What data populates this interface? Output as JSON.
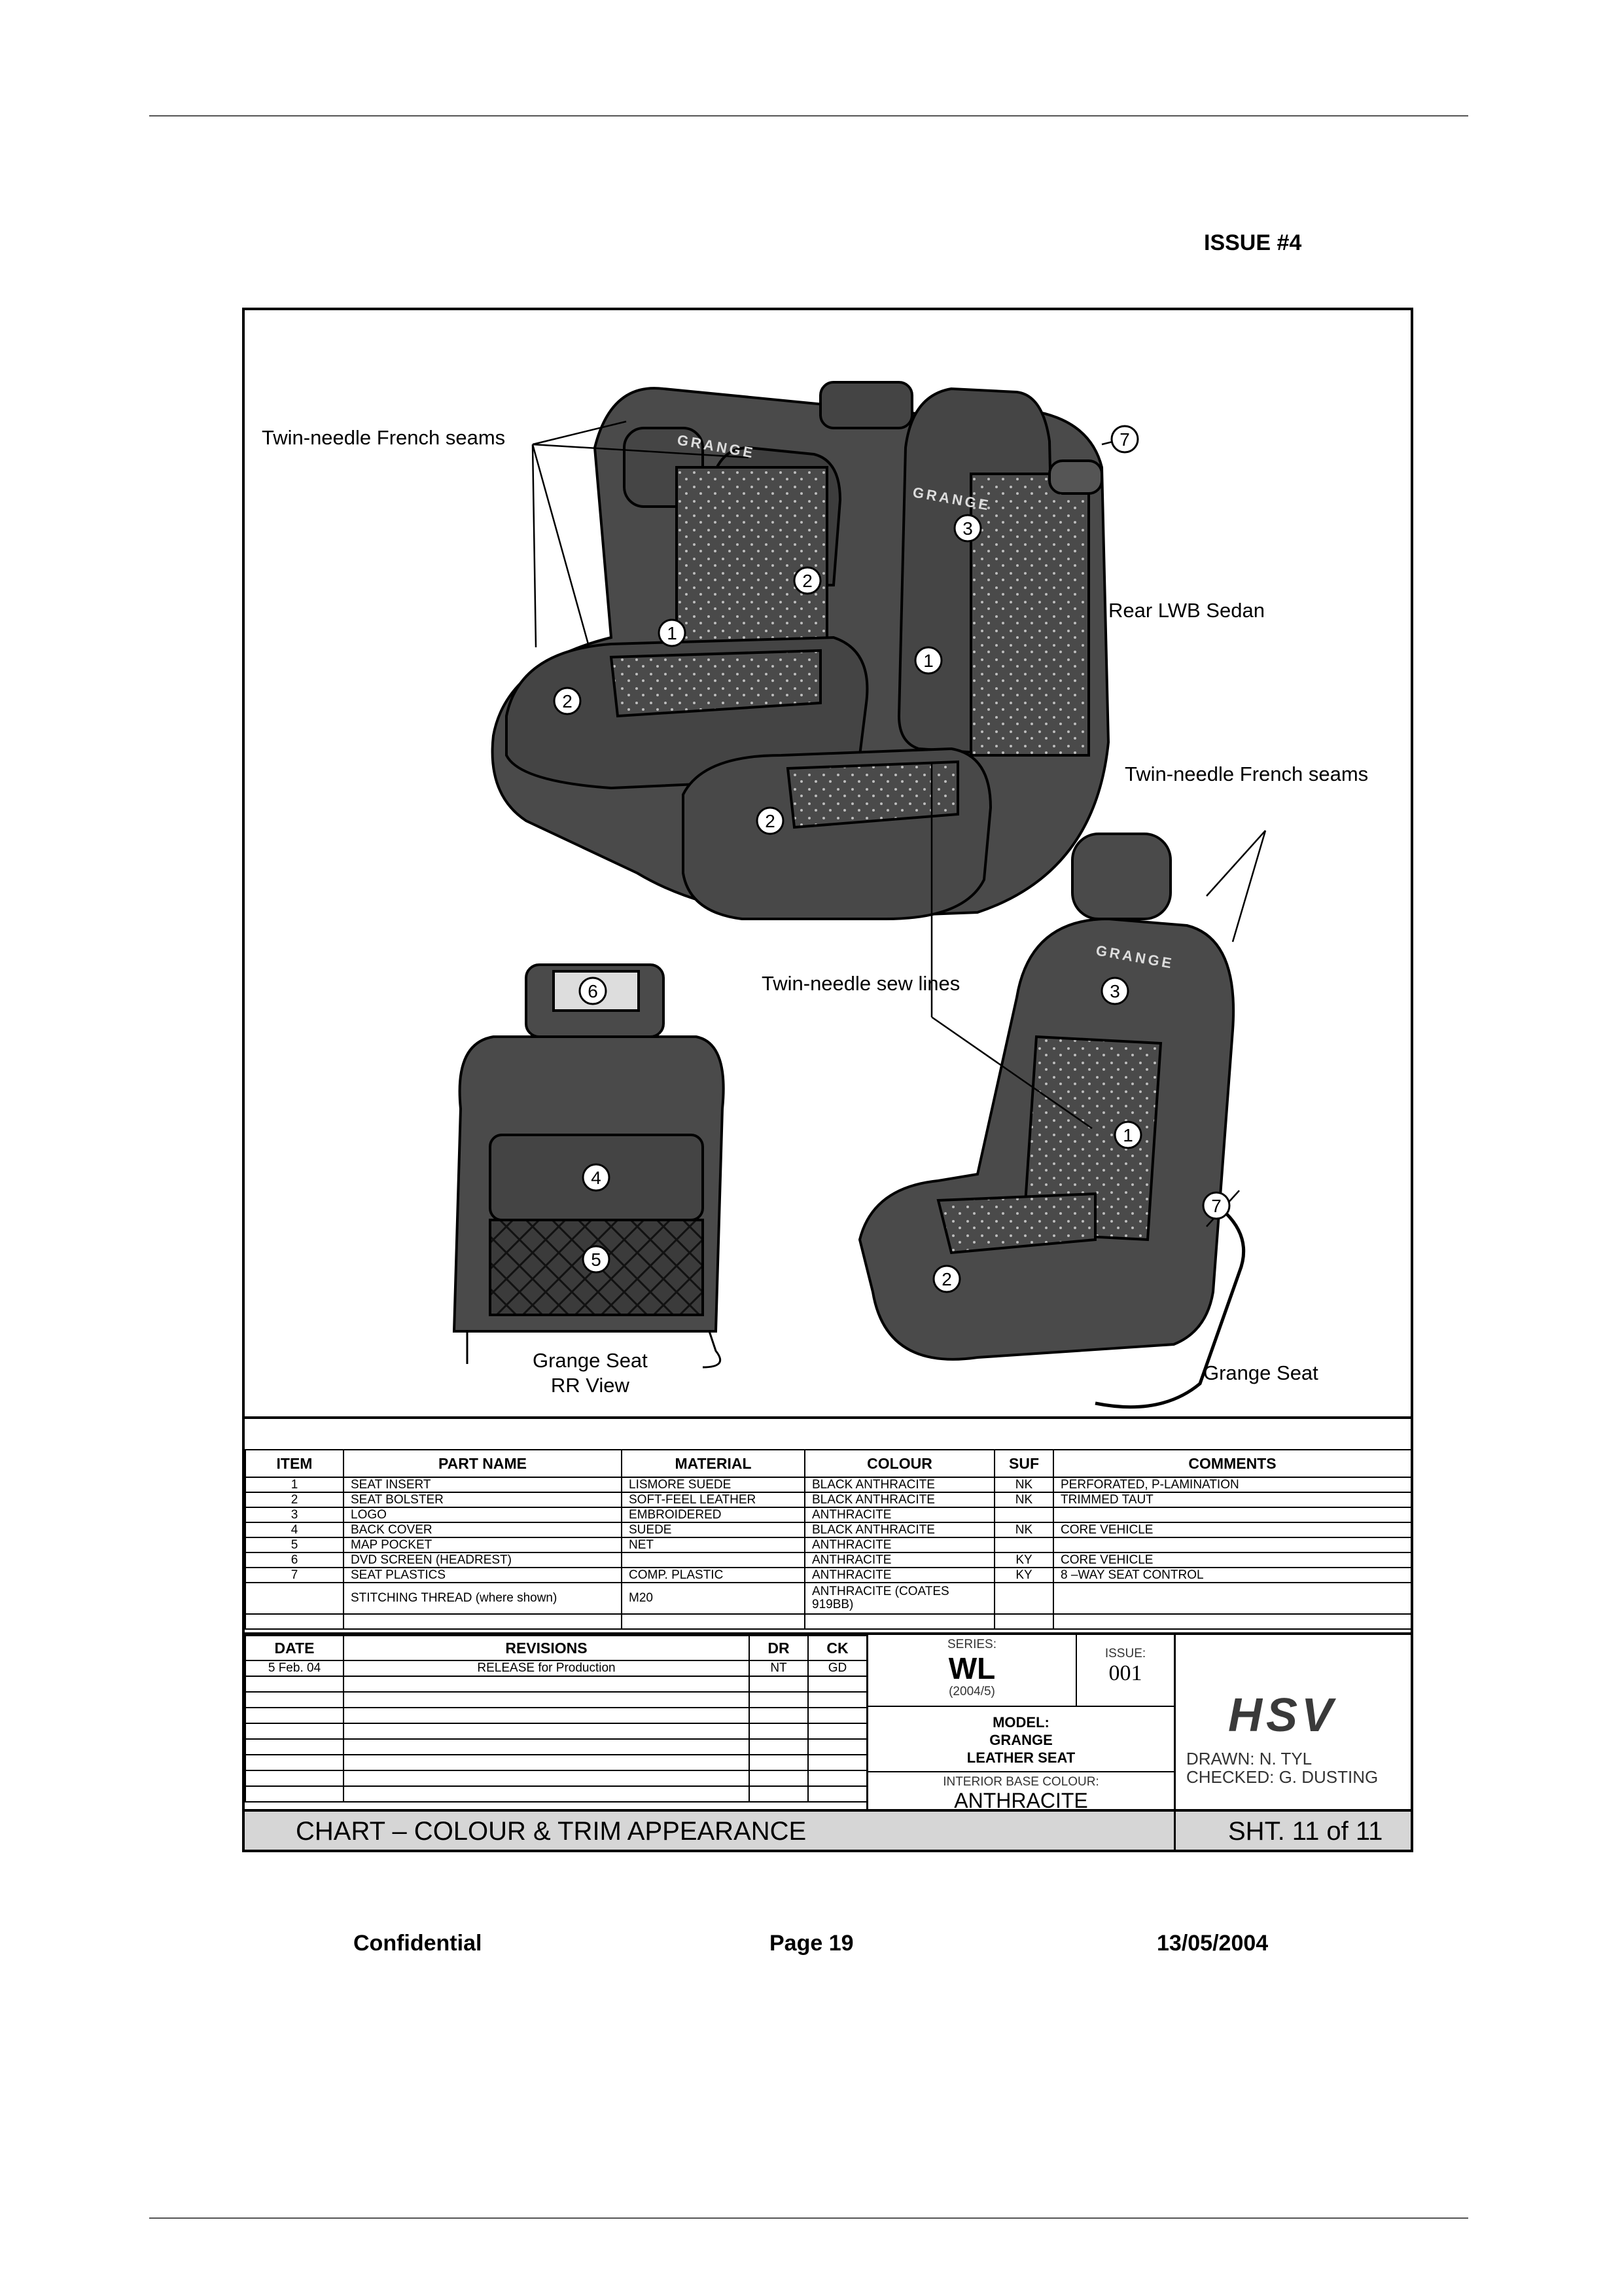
{
  "issue_top": "ISSUE #4",
  "callouts": {
    "french_seams_top": "Twin-needle French seams",
    "rear_lwb": "Rear LWB Sedan",
    "french_seams_right": "Twin-needle French seams",
    "sew_lines": "Twin-needle sew lines",
    "grange_rr_line1": "Grange Seat",
    "grange_rr_line2": "RR View",
    "grange_seat": "Grange Seat",
    "embroidery": "GRANGE"
  },
  "item_markers": [
    "1",
    "2",
    "3",
    "4",
    "5",
    "6",
    "7"
  ],
  "parts_table": {
    "headers": [
      "ITEM",
      "PART NAME",
      "MATERIAL",
      "COLOUR",
      "SUF",
      "COMMENTS"
    ],
    "rows": [
      [
        "1",
        "SEAT INSERT",
        "LISMORE SUEDE",
        "BLACK ANTHRACITE",
        "NK",
        "PERFORATED, P-LAMINATION"
      ],
      [
        "2",
        "SEAT BOLSTER",
        "SOFT-FEEL LEATHER",
        "BLACK ANTHRACITE",
        "NK",
        "TRIMMED TAUT"
      ],
      [
        "3",
        "LOGO",
        "EMBROIDERED",
        "ANTHRACITE",
        "",
        ""
      ],
      [
        "4",
        "BACK COVER",
        "SUEDE",
        "BLACK ANTHRACITE",
        "NK",
        "CORE VEHICLE"
      ],
      [
        "5",
        "MAP POCKET",
        "NET",
        "ANTHRACITE",
        "",
        ""
      ],
      [
        "6",
        "DVD SCREEN (HEADREST)",
        "",
        "ANTHRACITE",
        "KY",
        "CORE VEHICLE"
      ],
      [
        "7",
        "SEAT PLASTICS",
        "COMP. PLASTIC",
        "ANTHRACITE",
        "KY",
        "8 –WAY SEAT CONTROL"
      ],
      [
        "",
        "STITCHING THREAD (where shown)",
        "M20",
        "ANTHRACITE (COATES 919BB)",
        "",
        ""
      ]
    ]
  },
  "revisions": {
    "headers": [
      "DATE",
      "REVISIONS",
      "DR",
      "CK"
    ],
    "rows": [
      [
        "5 Feb. 04",
        "RELEASE for Production",
        "NT",
        "GD"
      ]
    ]
  },
  "title_block": {
    "series_label": "SERIES:",
    "series": "WL",
    "series_year": "(2004/5)",
    "issue_label": "ISSUE:",
    "issue": "001",
    "model_label": "MODEL:",
    "model_name": "GRANGE",
    "model_desc": "LEATHER SEAT",
    "interior_label": "INTERIOR BASE COLOUR:",
    "interior_colour": "ANTHRACITE",
    "logo_text": "HSV",
    "drawn": "DRAWN: N. TYL",
    "checked": "CHECKED: G. DUSTING",
    "chart_title": "CHART – COLOUR & TRIM APPEARANCE",
    "sheet": "SHT. 11 of 11"
  },
  "footer": {
    "left": "Confidential",
    "center": "Page 19",
    "right": "13/05/2004"
  },
  "colors": {
    "upholstery": "#4a4a4a",
    "upholstery_dark": "#333333",
    "title_bar": "#d6d6d6"
  }
}
